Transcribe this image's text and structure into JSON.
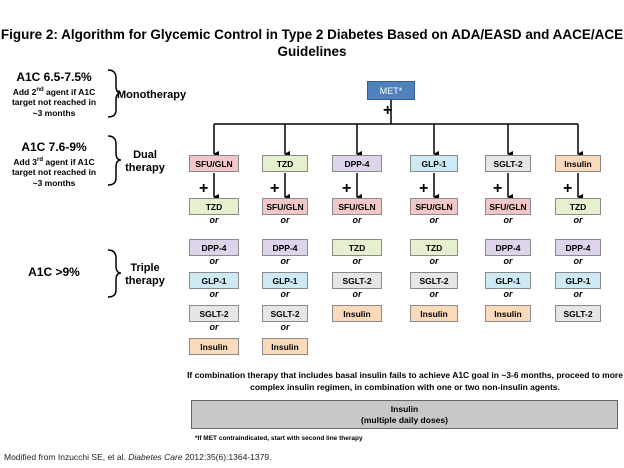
{
  "title": "Figure 2: Algorithm for Glycemic Control in Type 2 Diabetes Based on ADA/EASD and AACE/ACE Guidelines",
  "stages": [
    {
      "a1c": "A1C 6.5-7.5%",
      "note_lines": [
        "Add 2nd agent if A1C",
        "target not reached in",
        "~3 months"
      ],
      "label": "Monotherapy"
    },
    {
      "a1c": "A1C 7.6-9%",
      "note_lines": [
        "Add 3rd agent if A1C",
        "target not reached in",
        "~3 months"
      ],
      "label": "Dual therapy"
    },
    {
      "a1c": "A1C >9%",
      "label": "Triple therapy"
    }
  ],
  "start": {
    "label": "MET*",
    "color": "#4f81bd"
  },
  "plus": "+",
  "or_text": "or",
  "colors": {
    "SFU/GLN": "#f2c7c7",
    "TZD": "#e5f0cf",
    "DPP-4": "#ddd3ea",
    "GLP-1": "#cdeaf4",
    "SGLT-2": "#e6e6e6",
    "Insulin": "#fbd9bb"
  },
  "columns": [
    {
      "dual": "SFU/GLN",
      "triple": [
        "TZD",
        "DPP-4",
        "GLP-1",
        "SGLT-2",
        "Insulin"
      ]
    },
    {
      "dual": "TZD",
      "triple": [
        "SFU/GLN",
        "DPP-4",
        "GLP-1",
        "SGLT-2",
        "Insulin"
      ]
    },
    {
      "dual": "DPP-4",
      "triple": [
        "SFU/GLN",
        "TZD",
        "SGLT-2",
        "Insulin"
      ]
    },
    {
      "dual": "GLP-1",
      "triple": [
        "SFU/GLN",
        "TZD",
        "SGLT-2",
        "Insulin"
      ]
    },
    {
      "dual": "SGLT-2",
      "triple": [
        "SFU/GLN",
        "DPP-4",
        "GLP-1",
        "Insulin"
      ]
    },
    {
      "dual": "Insulin",
      "triple": [
        "TZD",
        "DPP-4",
        "GLP-1",
        "SGLT-2"
      ]
    }
  ],
  "footer_note": "If combination therapy that includes basal insulin fails to achieve A1C goal in ~3-6 months, proceed to more complex insulin regimen, in combination with one or two non-insulin agents.",
  "insulin_bar": {
    "line1": "Insulin",
    "line2": "(multiple daily doses)"
  },
  "met_note": "*If MET contraindicated, start with second line therapy",
  "citation": {
    "prefix": "Modified from Inzucchi SE, et al. ",
    "journal": "Diabetes Care",
    "suffix": " 2012;35(6):1364-1379."
  }
}
